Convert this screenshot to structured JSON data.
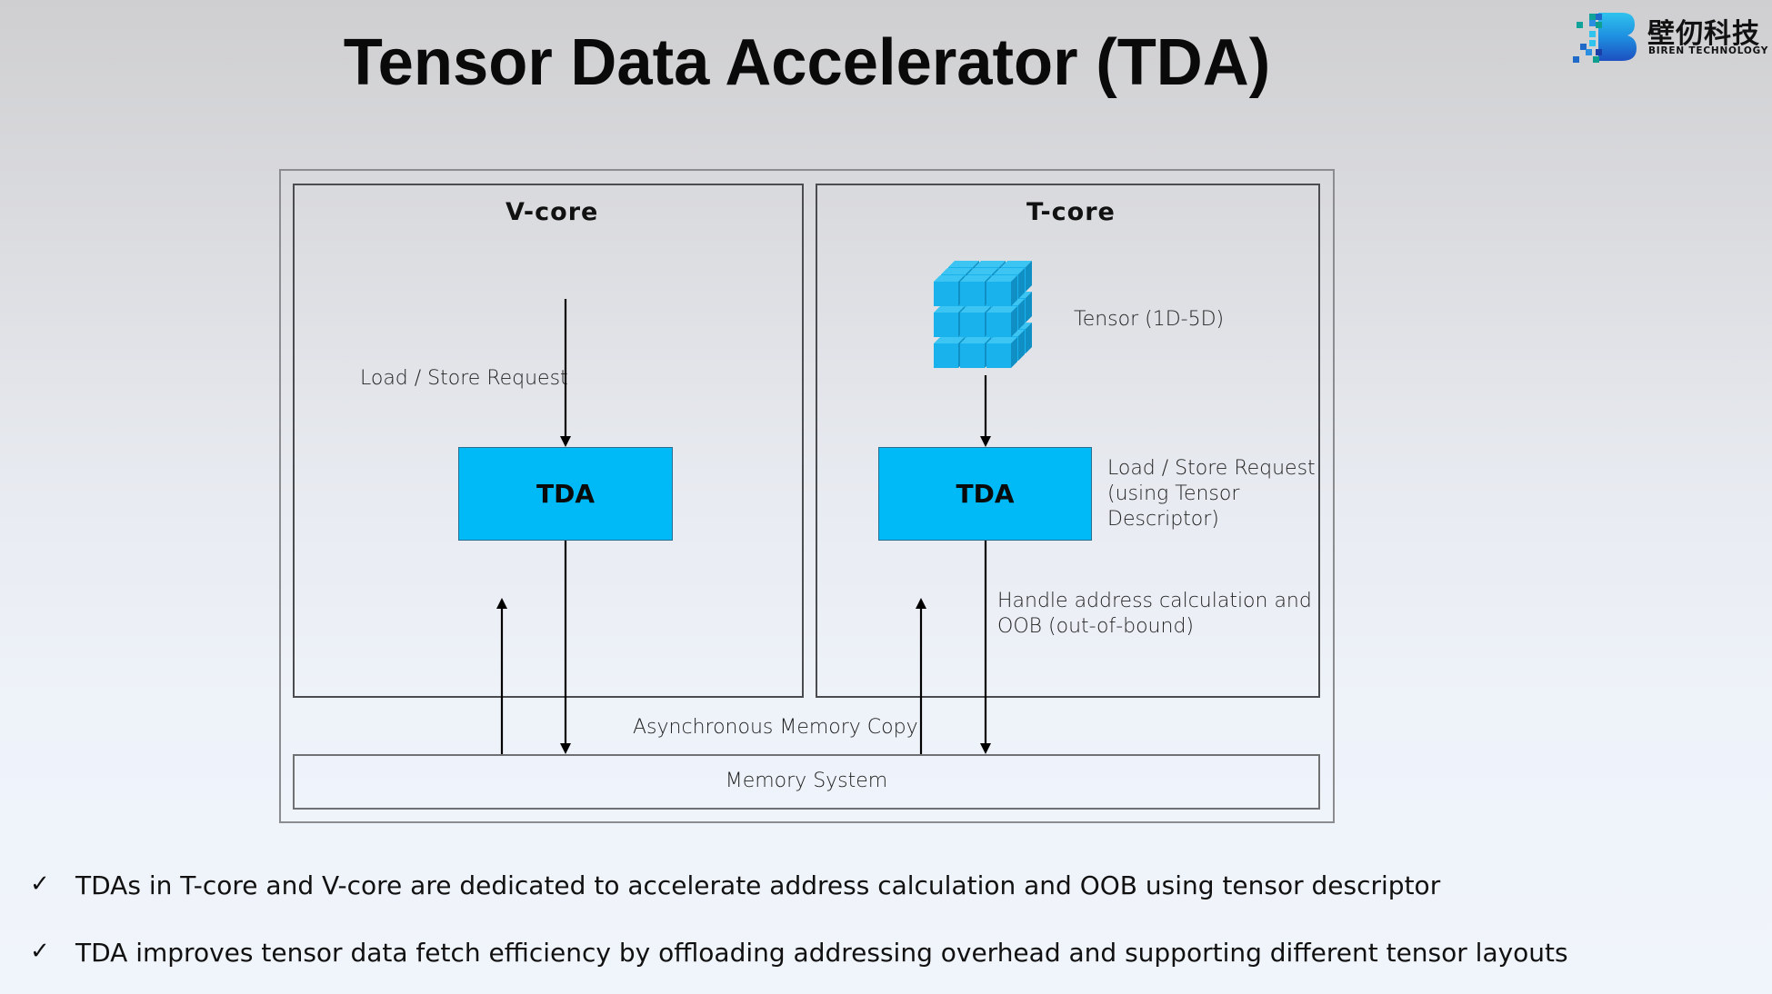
{
  "slide": {
    "title": "Tensor Data Accelerator (TDA)",
    "logo": {
      "name_cn": "壁仞科技",
      "name_en": "BIREN TECHNOLOGY",
      "colors": {
        "top": "#2fc3ee",
        "bottom": "#1d4fc0"
      }
    }
  },
  "diagram": {
    "vcore": {
      "label": "V-core",
      "request_label": "Load / Store Request",
      "tda_label": "TDA"
    },
    "tcore": {
      "label": "T-core",
      "tensor_label": "Tensor (1D-5D)",
      "tda_label": "TDA",
      "request_lines": [
        "Load / Store Request",
        "(using Tensor",
        "Descriptor)"
      ],
      "handle_lines": [
        "Handle address calculation and",
        "OOB (out-of-bound)"
      ]
    },
    "async_label": "Asynchronous Memory Copy",
    "memory_label": "Memory System",
    "colors": {
      "tda_fill": "#00b9f7",
      "cube_fill": "#19b2ec"
    }
  },
  "bullets": [
    {
      "icon": "check-icon",
      "glyph": "✓",
      "text": "TDAs in T-core and V-core are dedicated to accelerate address calculation and OOB using tensor descriptor"
    },
    {
      "icon": "check-icon",
      "glyph": "✓",
      "text": "TDA improves tensor data fetch efficiency by offloading addressing overhead and supporting different tensor layouts"
    }
  ]
}
